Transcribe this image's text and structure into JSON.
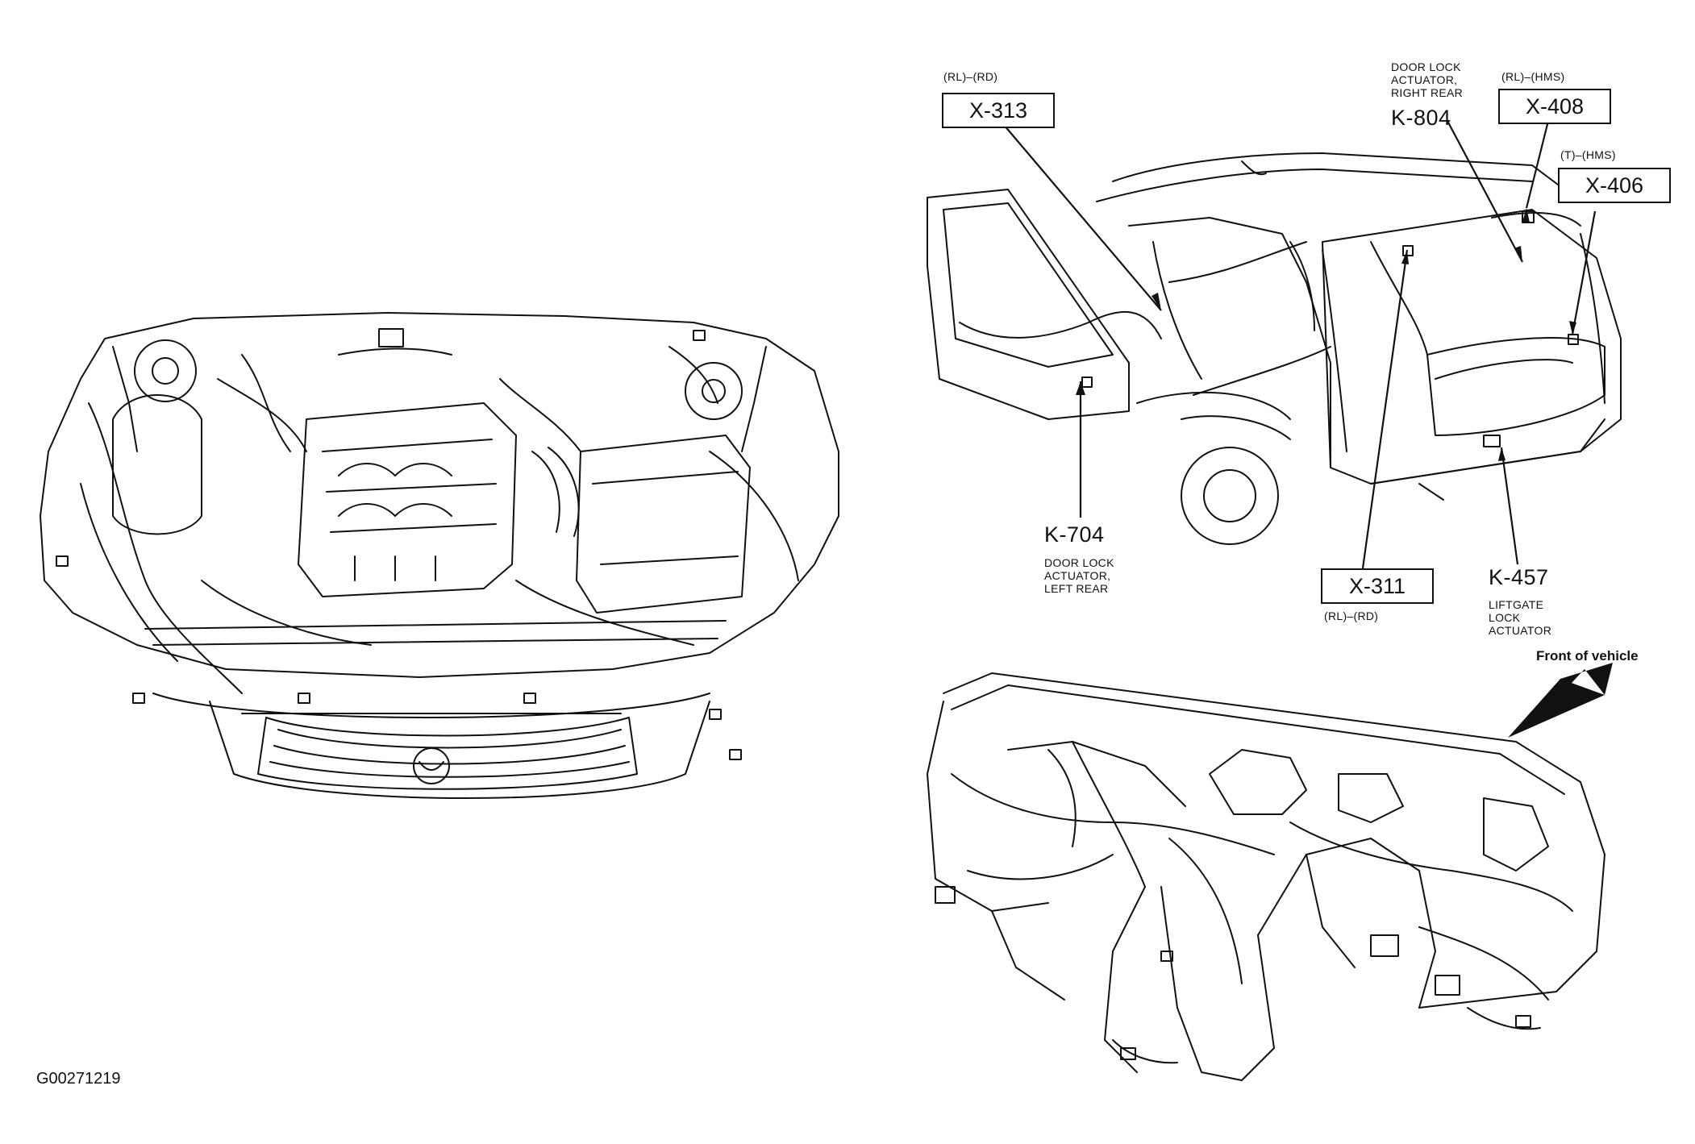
{
  "figure_id": "G00271219",
  "front_of_vehicle": "Front of vehicle",
  "connectors": {
    "x313": {
      "code": "X-313",
      "suffix": "(RL)–(RD)"
    },
    "x311": {
      "code": "X-311",
      "suffix": "(RL)–(RD)"
    },
    "x408": {
      "code": "X-408",
      "suffix": "(RL)–(HMS)"
    },
    "x406": {
      "code": "X-406",
      "suffix": "(T)–(HMS)"
    }
  },
  "components": {
    "k804": {
      "code": "K-804",
      "desc": [
        "DOOR LOCK",
        "ACTUATOR,",
        "RIGHT REAR"
      ]
    },
    "k704": {
      "code": "K-704",
      "desc": [
        "DOOR LOCK",
        "ACTUATOR,",
        "LEFT REAR"
      ]
    },
    "k457": {
      "code": "K-457",
      "desc": [
        "LIFTGATE",
        "LOCK",
        "ACTUATOR"
      ]
    }
  },
  "illustrations": [
    "engine-compartment",
    "vehicle-rear-body",
    "instrument-panel"
  ]
}
